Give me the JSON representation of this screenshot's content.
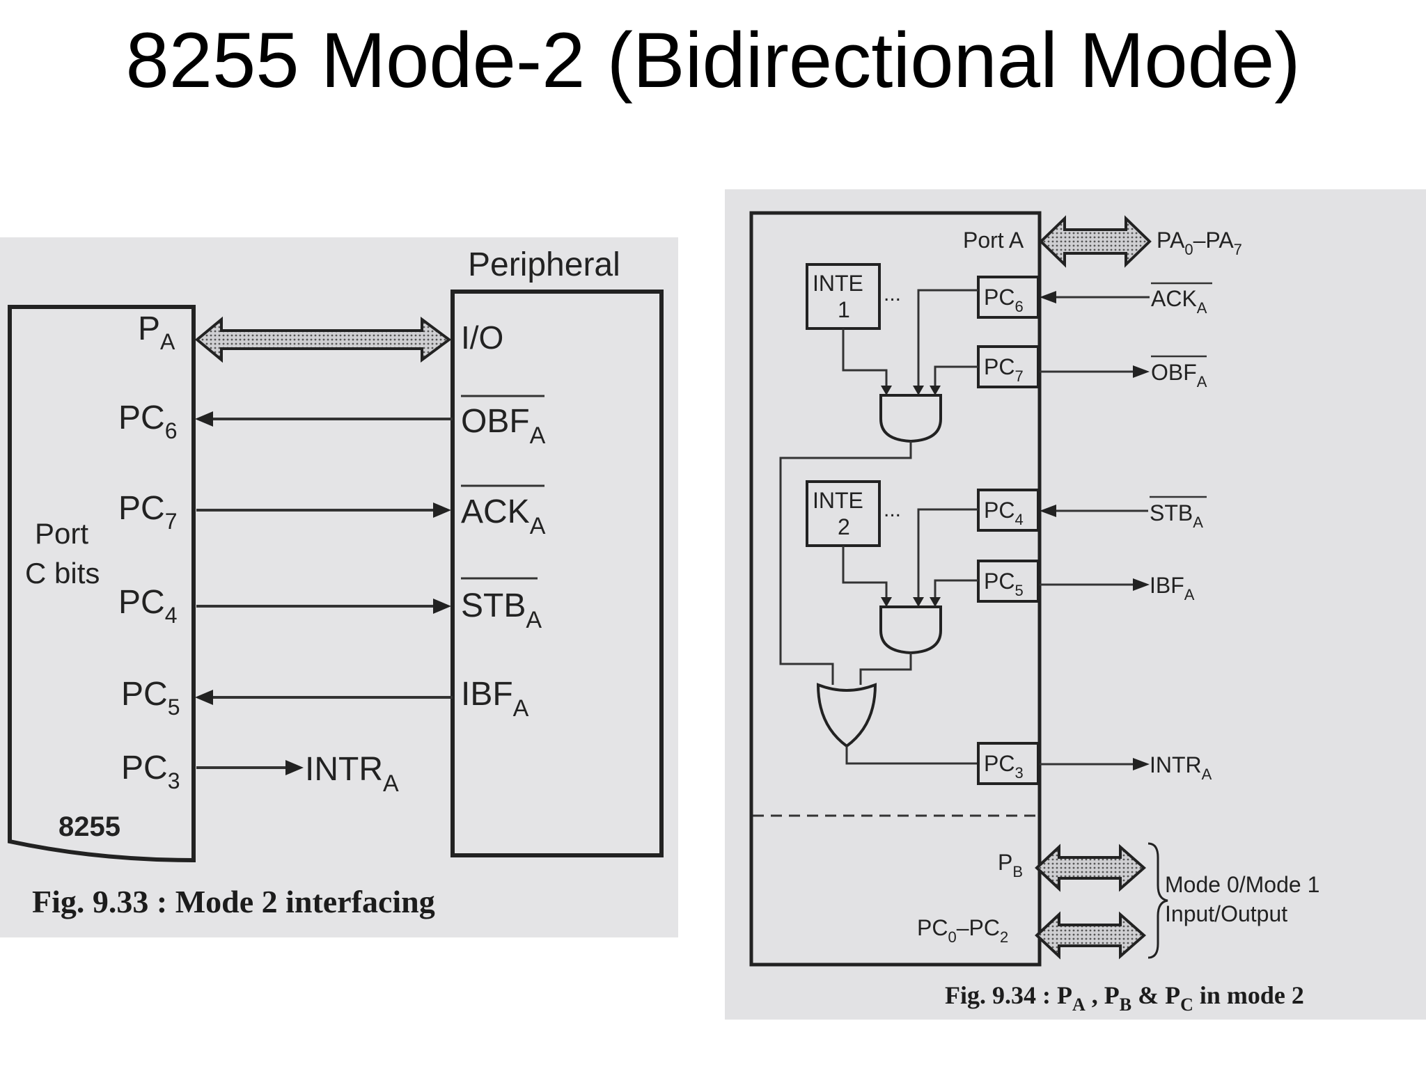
{
  "title": "8255 Mode-2 (Bidirectional Mode)",
  "fig1": {
    "left_block_label_1": "Port",
    "left_block_label_2": "C bits",
    "left_block_name": "8255",
    "right_block_title": "Peripheral",
    "rows": [
      {
        "pin": "P",
        "pin_sub": "A",
        "signal": "I/O",
        "signal_sub": "",
        "bar": false
      },
      {
        "pin": "PC",
        "pin_sub": "6",
        "signal": "OBF",
        "signal_sub": "A",
        "bar": true
      },
      {
        "pin": "PC",
        "pin_sub": "7",
        "signal": "ACK",
        "signal_sub": "A",
        "bar": true
      },
      {
        "pin": "PC",
        "pin_sub": "4",
        "signal": "STB",
        "signal_sub": "A",
        "bar": true
      },
      {
        "pin": "PC",
        "pin_sub": "5",
        "signal": "IBF",
        "signal_sub": "A",
        "bar": false
      }
    ],
    "intr": {
      "pin": "PC",
      "pin_sub": "3",
      "signal": "INTR",
      "signal_sub": "A"
    },
    "caption": "Fig. 9.33 : Mode 2 interfacing"
  },
  "fig2": {
    "port_a": "Port A",
    "port_a_bus": "PA",
    "port_a_bus_sub0": "0",
    "port_a_bus_dash": "–PA",
    "port_a_bus_sub7": "7",
    "inte1": "INTE",
    "inte1_num": "1",
    "inte2": "INTE",
    "inte2_num": "2",
    "dots": "...",
    "pins": [
      {
        "pin": "PC",
        "pin_sub": "6",
        "signal": "ACK",
        "signal_sub": "A"
      },
      {
        "pin": "PC",
        "pin_sub": "7",
        "signal": "OBF",
        "signal_sub": "A"
      },
      {
        "pin": "PC",
        "pin_sub": "4",
        "signal": "STB",
        "signal_sub": "A"
      },
      {
        "pin": "PC",
        "pin_sub": "5",
        "signal": "IBF",
        "signal_sub": "A"
      },
      {
        "pin": "PC",
        "pin_sub": "3",
        "signal": "INTR",
        "signal_sub": "A"
      }
    ],
    "pb": "P",
    "pb_sub": "B",
    "pc02": "PC",
    "pc02_sub0": "0",
    "pc02_dash": "–PC",
    "pc02_sub2": "2",
    "mode_line1": "Mode 0/Mode 1",
    "mode_line2": "Input/Output",
    "caption_pre": "Fig. 9.34 : P",
    "caption_a": "A",
    "caption_mid1": " , P",
    "caption_b": "B",
    "caption_mid2": " & P",
    "caption_c": "C",
    "caption_post": " in mode 2"
  }
}
